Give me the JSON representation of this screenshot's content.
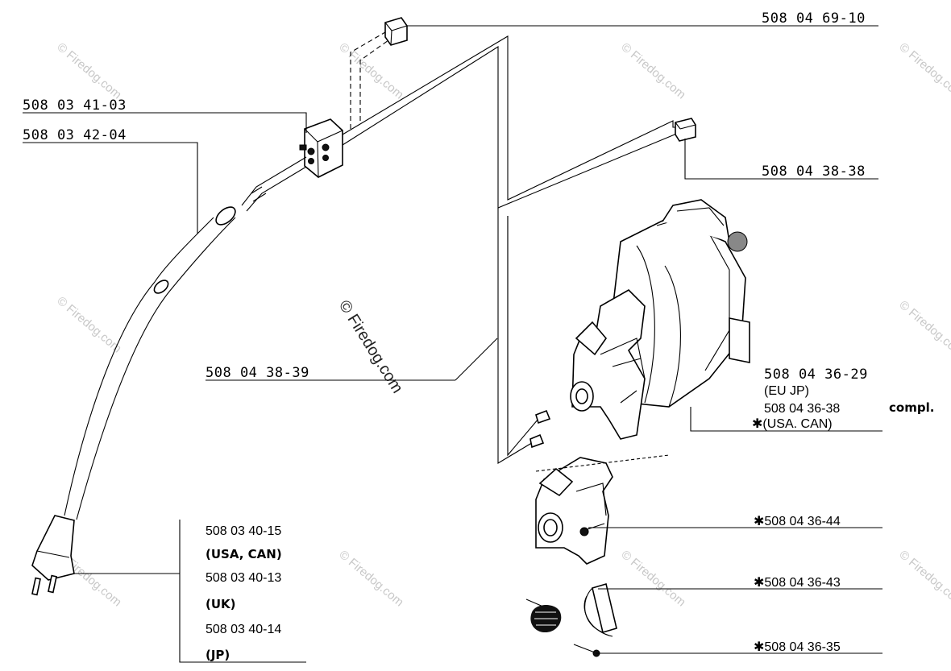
{
  "callouts": {
    "wire_top_connector": "508 04 69-10",
    "switch": "508 03 41-03",
    "cord_sleeve": "508 03 42-04",
    "wire_right_connector": "508 04 38-38",
    "wire_harness": "508 04 38-39",
    "motor_main": "508 04 36-29",
    "motor_main_region": "(EU JP)",
    "motor_alt": "508 04 36-38",
    "motor_alt_region": "✱(USA. CAN)",
    "motor_compl": "compl.",
    "brush_holder": "✱508 04 36-44",
    "brush": "✱508 04 36-43",
    "screw": "✱508 04 36-35"
  },
  "plug_variants": [
    {
      "part": "508 03 40-15",
      "region": "(USA, CAN)"
    },
    {
      "part": "508 03 40-13",
      "region": "(UK)"
    },
    {
      "part": "508 03 40-14",
      "region": "(JP)"
    }
  ],
  "watermark": {
    "main": "© Firedog.com",
    "tile": "© Firedog.com"
  }
}
